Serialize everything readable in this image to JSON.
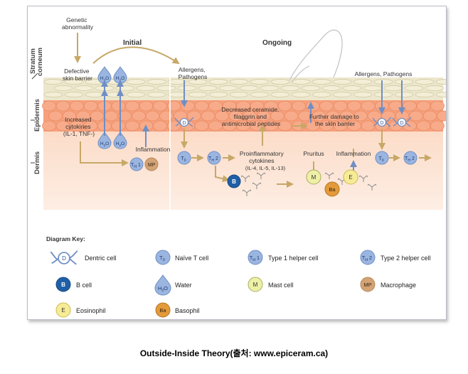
{
  "layers": {
    "stratum_corneum": [
      "Stratum",
      "corneum"
    ],
    "epidermis": "Epidermis",
    "dermis": "Dermis"
  },
  "phases": {
    "initial": "Initial",
    "ongoing": "Ongoing"
  },
  "labels": {
    "genetic": [
      "Genetic",
      "abnormality"
    ],
    "defective": [
      "Defective",
      "skin barrier"
    ],
    "allergens_left": [
      "Allergens,",
      "Pathogens"
    ],
    "allergens_right": "Allergens, Pathogens",
    "increased": [
      "Increased",
      "cytokines",
      "(IL-1, TNF-)"
    ],
    "inflammation_left": "Inflammation",
    "decreased": [
      "Decreased ceramide,",
      "filaggrin and",
      "antimicrobial peptides"
    ],
    "further": [
      "Further damage to",
      "the skin barrier"
    ],
    "proinflammatory": [
      "Proinflammatory",
      "cytokines",
      "(IL-4, IL-5, IL-13)"
    ],
    "pruritus": "Pruritus",
    "inflammation_right": "Inflammation"
  },
  "glyphs": {
    "D": "D",
    "H2O": "H",
    "H2O_sub": "2",
    "H2O_end": "O",
    "T": "T",
    "T_sub0": "0",
    "T_subH": "H",
    "one": "1",
    "two": "2",
    "MP": "MP",
    "B": "B",
    "M": "M",
    "E": "E",
    "Ba": "Ba"
  },
  "key": {
    "title": "Diagram Key:",
    "dendritic": "Dentric cell",
    "naive": "Naïve T cell",
    "th1": "Type 1 helper cell",
    "th2": "Type 2 helper cell",
    "bcell": "B cell",
    "water": "Water",
    "mast": "Mast cell",
    "macrophage": "Macrophage",
    "eosinophil": "Eosinophil",
    "basophil": "Basophil"
  },
  "caption": "Outside-Inside  Theory(출처:  www.epiceram.ca)",
  "colors": {
    "arrow": "#c7a867",
    "arrow_blue": "#6f8fc4",
    "epidermis": "#f6a07d",
    "dermis": "#fce3d3",
    "corneum": "#e7e2c7",
    "tcell": "#9bb5e1",
    "bcell": "#1f5fa6",
    "mast": "#eef0a8",
    "eosinophil": "#f7ec96",
    "basophil": "#e39a3b",
    "macrophage": "#d3a275",
    "text": "#222222"
  }
}
